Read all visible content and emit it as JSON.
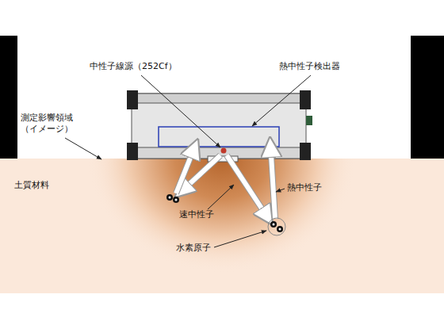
{
  "diagram": {
    "labels": [
      "中性子線源（252Cf）",
      "熱中性子検出器",
      "測定影響領域 （イメージ）",
      "土質材料",
      "速中性子",
      "熱中性子",
      "水素原子"
    ]
  }
}
